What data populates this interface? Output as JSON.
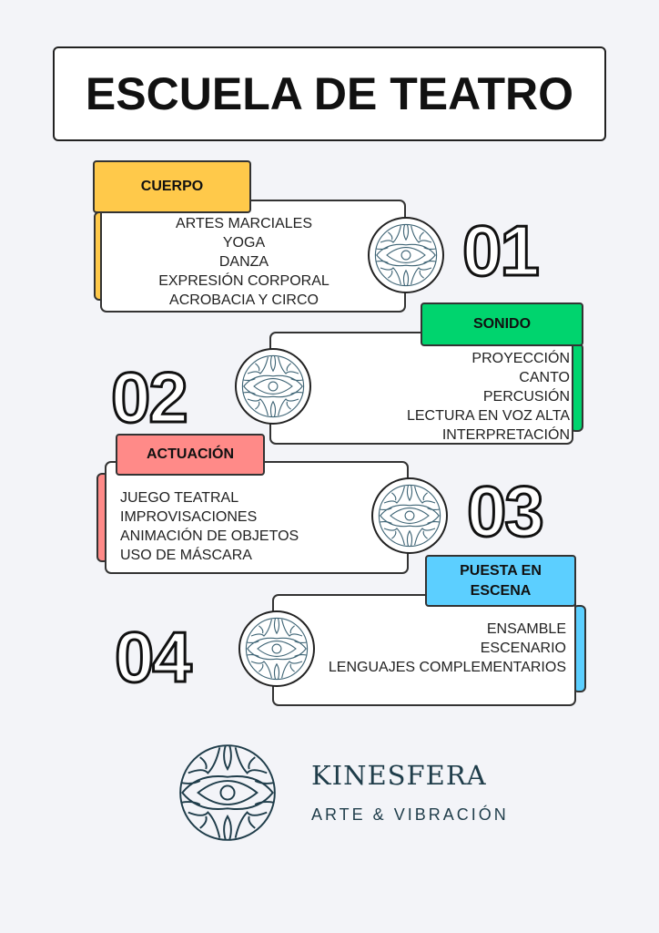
{
  "title": "ESCUELA DE TEATRO",
  "sections": [
    {
      "number": "01",
      "label": "CUERPO",
      "color": "#ffc94a",
      "items": [
        "ARTES MARCIALES",
        "YOGA",
        "DANZA",
        "EXPRESIÓN CORPORAL",
        "ACROBACIA Y CIRCO"
      ]
    },
    {
      "number": "02",
      "label": "SONIDO",
      "color": "#00d46e",
      "items": [
        "PROYECCIÓN",
        "CANTO",
        "PERCUSIÓN",
        "LECTURA EN VOZ ALTA",
        "INTERPRETACIÓN"
      ]
    },
    {
      "number": "03",
      "label": "ACTUACIÓN",
      "color": "#ff8a88",
      "items": [
        "JUEGO TEATRAL",
        "IMPROVISACIONES",
        "ANIMACIÓN DE OBJETOS",
        "USO DE MÁSCARA"
      ]
    },
    {
      "number": "04",
      "label": "PUESTA EN ESCENA",
      "color": "#5ccfff",
      "items": [
        "ENSAMBLE",
        "ESCENARIO",
        "LENGUAJES COMPLEMENTARIOS"
      ]
    }
  ],
  "brand": {
    "name": "KINESFERA",
    "tagline": "ARTE & VIBRACIÓN",
    "color": "#1f3d4a"
  }
}
